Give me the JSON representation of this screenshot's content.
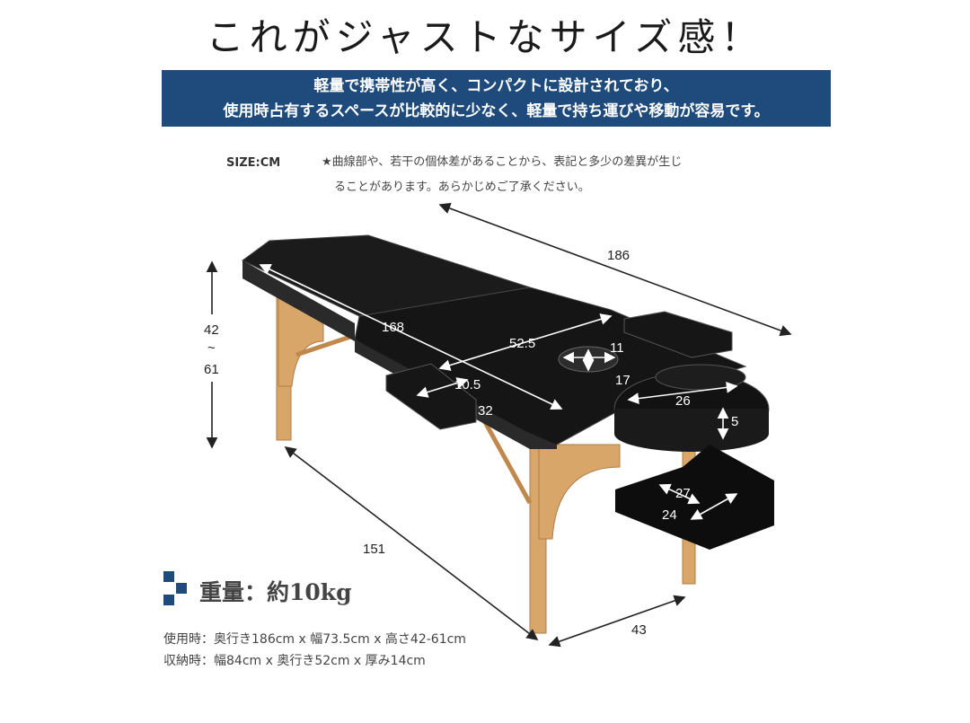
{
  "title": "これがジャストなサイズ感！",
  "banner": {
    "line1": "軽量で携帯性が高く、コンパクトに設計されており、",
    "line2": "使用時占有するスペースが比較的に少なく、軽量で持ち運びや移動が容易です。",
    "color": "#1e4b7c"
  },
  "size_label": "SIZE:CM",
  "note": {
    "line1": "★曲線部や、若干の個体差があることから、表記と多少の差異が生じ",
    "line2": "ることがあります。あらかじめご了承ください。"
  },
  "dimensions": {
    "length_total": "186",
    "height_min": "42",
    "height_sep": "~",
    "height_max": "61",
    "top_length": "168",
    "top_width": "52.5",
    "face_hole_width": "11",
    "face_hole_length": "17",
    "armrest_width": "10.5",
    "armrest_length": "32",
    "headrest_width": "26",
    "headrest_thickness": "5",
    "shelf_length": "27",
    "shelf_width": "24",
    "leg_span": "151",
    "leg_width": "43"
  },
  "weight": "重量：約10kg",
  "specs": {
    "in_use": "使用時：奥行き186cm x 幅73.5cm x 高さ42-61cm",
    "stored": "収納時：幅84cm x 奥行き52cm x 厚み14cm"
  }
}
